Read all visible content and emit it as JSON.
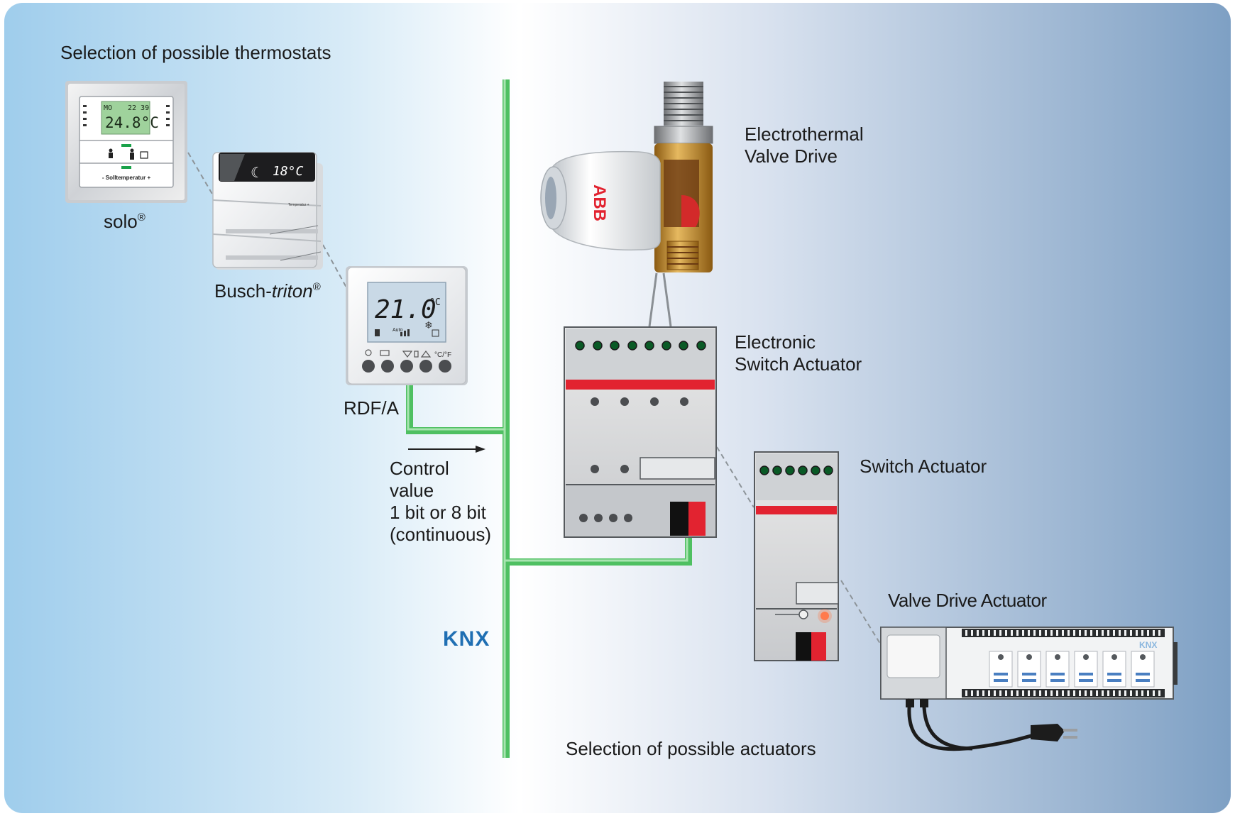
{
  "labels": {
    "thermostats_heading": "Selection of possible thermostats",
    "solo": "solo",
    "solo_reg": "®",
    "busch_prefix": "Busch-",
    "busch_italic": "triton",
    "busch_reg": "®",
    "rdf": "RDF/A",
    "control_value": [
      "Control",
      "value",
      "1 bit or 8 bit",
      "(continuous)"
    ],
    "valve_drive": [
      "Electrothermal",
      "Valve Drive"
    ],
    "electronic_switch": [
      "Electronic",
      "Switch Actuator"
    ],
    "switch_actuator": "Switch Actuator",
    "valve_drive_actuator": "Valve Drive Actuator",
    "actuators_heading": "Selection of possible actuators",
    "knx_logo": "KNX"
  },
  "devices": {
    "solo_display": {
      "top_left": "MO",
      "top_right": "22 39",
      "main": "24.8°C",
      "footer": "- Solltemperatur +"
    },
    "triton_display": {
      "main": "18°C",
      "strip": "Temperatur +"
    },
    "rdf_display": {
      "main": "21.0",
      "unit": "°C",
      "mode": "Auto",
      "button_strip": "°C/°F"
    },
    "valve_brand": "ABB",
    "valve_drive_actuator_brand": "KNX"
  },
  "colors": {
    "bus_line": "#4fc062",
    "accent_red": "#e22330",
    "knx_blue": "#1f6fb3",
    "lcd_green": "#9fd29c",
    "lcd_blue": "#c9d9e6"
  }
}
